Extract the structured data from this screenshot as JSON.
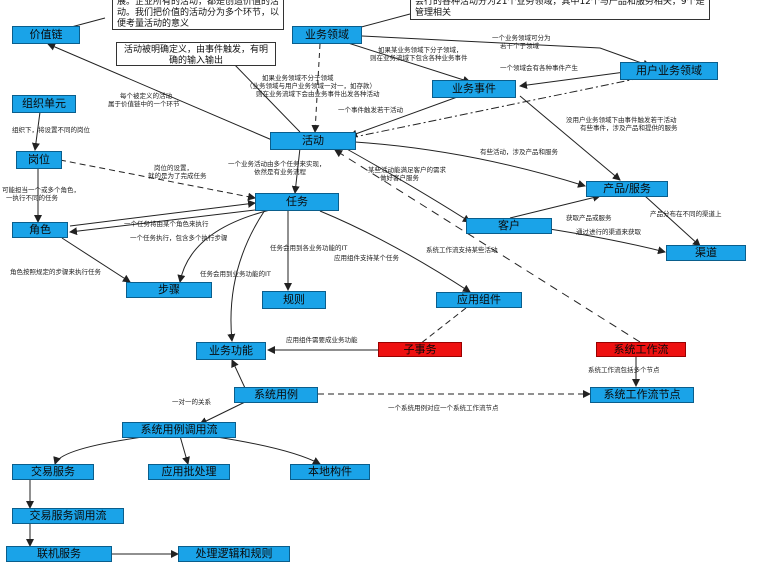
{
  "colors": {
    "node": "#1aa3e8",
    "node_red": "#ee1111",
    "line": "#222222"
  },
  "notes": {
    "top_left": "展。企业所有的活动，都是创造价值的活动。我们把价值的活动分为多个环节，以便考量活动的意义",
    "top_right": "会行的各种活动分为21个业务领域，其中12个与产品和服务相关，9个是管理相关",
    "activity_def": "活动被明确定义，由事件触发，有明确的输入输出"
  },
  "nodes": {
    "value_chain": "价值链",
    "business_domain": "业务领域",
    "user_business_domain": "用户业务领域",
    "business_event": "业务事件",
    "org_unit": "组织单元",
    "activity": "活动",
    "position": "岗位",
    "product_service": "产品/服务",
    "role": "角色",
    "task": "任务",
    "customer": "客户",
    "channel": "渠道",
    "step": "步骤",
    "rule": "规则",
    "app_component": "应用组件",
    "business_function": "业务功能",
    "sub_transaction": "子事务",
    "system_workflow": "系统工作流",
    "system_use_case": "系统用例",
    "system_workflow_node": "系统工作流节点",
    "use_case_call": "系统用例调用流",
    "transaction_service": "交易服务",
    "batch_app": "应用批处理",
    "local_component": "本地构件",
    "transaction_service_call": "交易服务调用流",
    "online_service": "联机服务",
    "logic_rule": "处理逻辑和规则"
  },
  "labels": {
    "l1": "一个业务领域可分为",
    "l2": "若干个子领域",
    "l3": "如果某业务领域下分子领域，",
    "l4": "则在业务流域下包含各种业务事件",
    "l5": "一个领域会有各种事件产生",
    "l6": "如果业务领域不分子领域",
    "l7": "（业务领域与用户业务领域一对一，如存款）",
    "l8": "则在业务流域下会由业务事件出发各种活动",
    "l9": "每个被定义的活动",
    "l10": "属于价值链中的一个环节",
    "l11": "一个事件触发若干活动",
    "l12": "没用户业务领域下由事件触发若干活动",
    "l13": "有些事件，涉及产品和提供的服务",
    "l14": "组织下，将设置不同的岗位",
    "l15": "有些活动，涉及产品和服务",
    "l16": "某些活动能满足客户的需求",
    "l17": "做好客户服务",
    "l18": "岗位的设置，",
    "l19": "就的是为了完成任务",
    "l20": "一个业务活动由多个任务来实现，",
    "l21": "依然是有业务流程",
    "l22": "可能担当一个或多个角色，",
    "l23": "一执行不同的任务",
    "l24": "获取产品或服务",
    "l25": "通过进行的渠道来获取",
    "l26": "产品分布在不同的渠道上",
    "l27": "一个任务将由某个角色来执行",
    "l28": "一个任务执行，包含多个执行步骤",
    "l29": "角色按照规定的步骤来执行任务",
    "l30": "任务会用到各业务功能的IT",
    "l31": "应用组件支持某个任务",
    "l32": "系统工作流支持某些活动",
    "l33": "任务会用到业务功能的IT",
    "l34": "应用组件需要成业务功能",
    "l35": "系统工作流包括多个节点",
    "l36": "一对一的关系",
    "l37": "一个系统用例对应一个系统工作流节点"
  }
}
